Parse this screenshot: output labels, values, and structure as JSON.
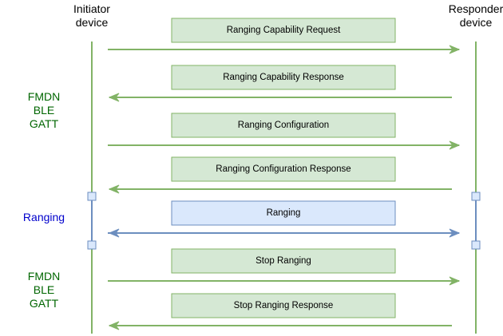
{
  "actors": {
    "initiator": [
      "Initiator",
      "device"
    ],
    "responder": [
      "Responder",
      "device"
    ]
  },
  "phases": [
    {
      "lines": [
        "FMDN",
        "BLE",
        "GATT"
      ],
      "color": "#006600"
    },
    {
      "lines": [
        "Ranging"
      ],
      "color": "#0000cc"
    },
    {
      "lines": [
        "FMDN",
        "BLE",
        "GATT"
      ],
      "color": "#006600"
    }
  ],
  "messages": [
    {
      "label": "Ranging Capability Request",
      "direction": "right",
      "style": "green"
    },
    {
      "label": "Ranging Capability Response",
      "direction": "left",
      "style": "green"
    },
    {
      "label": "Ranging Configuration",
      "direction": "right",
      "style": "green"
    },
    {
      "label": "Ranging Configuration Response",
      "direction": "left",
      "style": "green"
    },
    {
      "label": "Ranging",
      "direction": "both",
      "style": "blue"
    },
    {
      "label": "Stop Ranging",
      "direction": "right",
      "style": "green"
    },
    {
      "label": "Stop Ranging Response",
      "direction": "left",
      "style": "green"
    }
  ],
  "colors": {
    "green_line": "#82b366",
    "green_fill": "#d5e8d4",
    "blue_line": "#6c8ebf",
    "blue_fill": "#dae8fc"
  }
}
